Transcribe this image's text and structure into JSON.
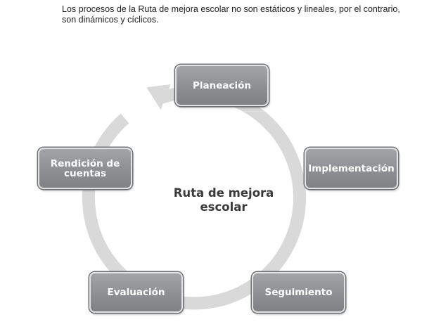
{
  "intro_text": "Los procesos de la Ruta de mejora escolar no son estáticos y lineales, por el contrario, son dinámicos y cíclicos.",
  "diagram": {
    "center_title": "Ruta de mejora escolar",
    "ring_color": "#d9d9da",
    "node_color": "#939598",
    "stages": [
      {
        "label": "Planeación"
      },
      {
        "label": "Implementación"
      },
      {
        "label": "Seguimiento"
      },
      {
        "label": "Evaluación"
      },
      {
        "label": "Rendición de cuentas"
      }
    ]
  }
}
